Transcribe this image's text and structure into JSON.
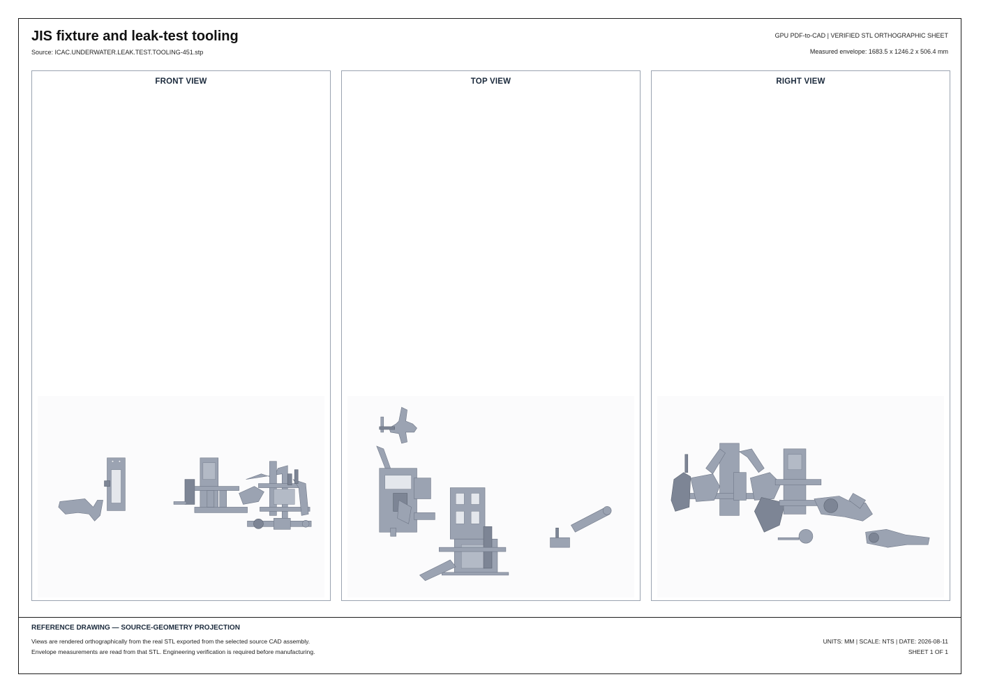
{
  "sheet": {
    "title": "JIS fixture and leak-test tooling",
    "source": "Source: ICAC.UNDERWATER.LEAK.TEST.TOOLING-451.stp",
    "header_right": "GPU PDF-to-CAD | VERIFIED STL ORTHOGRAPHIC SHEET",
    "envelope": "Measured envelope: 1683.5 x 1246.2 x 506.4 mm"
  },
  "views": [
    {
      "label": "FRONT VIEW"
    },
    {
      "label": "TOP VIEW"
    },
    {
      "label": "RIGHT VIEW"
    }
  ],
  "footer": {
    "title": "REFERENCE DRAWING — SOURCE-GEOMETRY PROJECTION",
    "note1": "Views are rendered orthographically from the real STL exported from the selected source CAD assembly.",
    "note2": "Envelope measurements are read from that STL. Engineering verification is required before manufacturing.",
    "meta": "UNITS: MM | SCALE: NTS | DATE: 2026-08-11",
    "sheet_no": "SHEET 1 OF 1"
  },
  "colors": {
    "part": "#9ba3b2",
    "frame": "#1b1b1b",
    "view_border": "#9aa3b0",
    "heading": "#1b2a3c"
  }
}
